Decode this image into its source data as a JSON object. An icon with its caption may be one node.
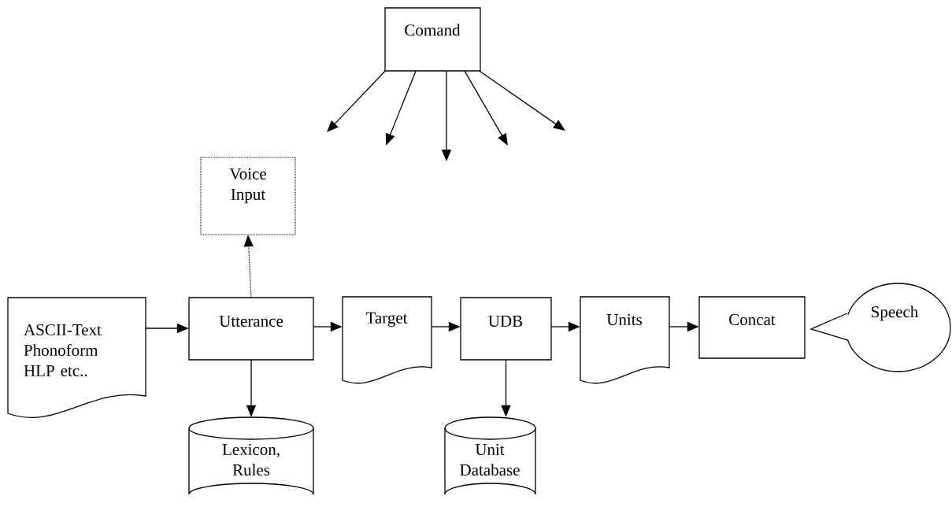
{
  "diagram": {
    "nodes": [
      {
        "text": [
          "Comand"
        ]
      },
      {
        "text": [
          "Voice Input"
        ]
      },
      {
        "text": [
          "ASCII-Text Phonoform HLP etc.."
        ]
      },
      {
        "text": [
          "Utterance"
        ]
      },
      {
        "text": [
          "Target"
        ]
      },
      {
        "text": [
          "UDB"
        ]
      },
      {
        "text": [
          "Units"
        ]
      },
      {
        "text": [
          "Concat"
        ]
      },
      {
        "text": [
          "Speech"
        ]
      },
      {
        "text": [
          "Lexicon, Rules"
        ]
      },
      {
        "text": [
          "Unit Database"
        ]
      }
    ],
    "edges": [
      {
        "from": 0,
        "to": null,
        "arrow": "to"
      },
      {
        "from": 0,
        "to": null,
        "arrow": "to"
      },
      {
        "from": 0,
        "to": null,
        "arrow": "to"
      },
      {
        "from": 0,
        "to": null,
        "arrow": "to"
      },
      {
        "from": 0,
        "to": null,
        "arrow": "to"
      },
      {
        "from": 3,
        "to": 1,
        "arrow": "to",
        "style": "dashed"
      },
      {
        "from": 2,
        "to": 3,
        "arrow": "to"
      },
      {
        "from": 3,
        "to": 4,
        "arrow": "to"
      },
      {
        "from": 4,
        "to": 5,
        "arrow": "to"
      },
      {
        "from": 5,
        "to": 6,
        "arrow": "to"
      },
      {
        "from": 6,
        "to": 7,
        "arrow": "to"
      },
      {
        "from": 3,
        "to": 9,
        "arrow": "to"
      },
      {
        "from": 5,
        "to": 10,
        "arrow": "to"
      }
    ]
  }
}
